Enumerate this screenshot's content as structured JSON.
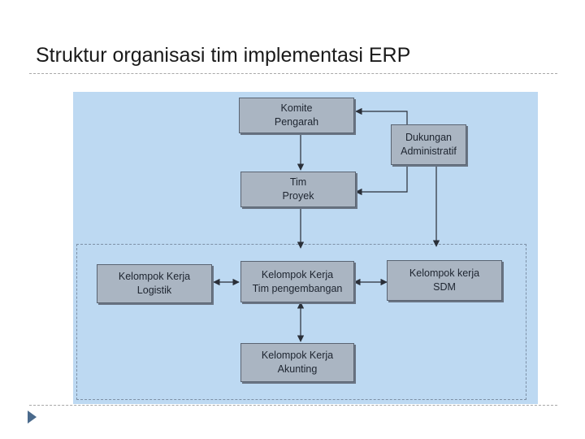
{
  "slide": {
    "title": "Struktur organisasi tim implementasi ERP"
  },
  "diagram": {
    "nodes": {
      "steering": {
        "line1": "Komite",
        "line2": "Pengarah"
      },
      "admin": {
        "line1": "Dukungan",
        "line2": "Administratif"
      },
      "project": {
        "line1": "Tim",
        "line2": "Proyek"
      },
      "logistik": {
        "line1": "Kelompok Kerja",
        "line2": "Logistik"
      },
      "dev": {
        "line1": "Kelompok Kerja",
        "line2": "Tim pengembangan"
      },
      "sdm": {
        "line1": "Kelompok kerja",
        "line2": "SDM"
      },
      "akunting": {
        "line1": "Kelompok Kerja",
        "line2": "Akunting"
      }
    },
    "edges": [
      {
        "from": "steering",
        "to": "project",
        "type": "arrow"
      },
      {
        "from": "admin",
        "to": "steering",
        "type": "arrow"
      },
      {
        "from": "admin",
        "to": "project",
        "type": "arrow"
      },
      {
        "from": "admin",
        "to": "sdm",
        "type": "arrow"
      },
      {
        "from": "project",
        "to": "dev",
        "type": "arrow"
      },
      {
        "from": "dev",
        "to": "logistik",
        "type": "double-arrow"
      },
      {
        "from": "dev",
        "to": "sdm",
        "type": "double-arrow"
      },
      {
        "from": "dev",
        "to": "akunting",
        "type": "double-arrow"
      }
    ],
    "colors": {
      "background": "#bdd9f2",
      "box_fill": "#aab5c2",
      "line": "#2a2f38"
    }
  }
}
